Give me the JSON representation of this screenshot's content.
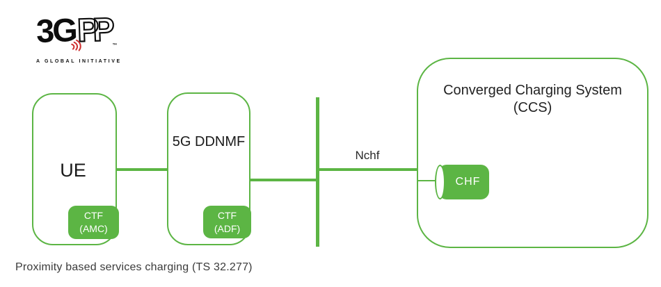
{
  "logo": {
    "part1": "3G",
    "part2": "PP",
    "trademark": "™",
    "tagline": "A GLOBAL INITIATIVE"
  },
  "nodes": {
    "ue": {
      "label": "UE"
    },
    "ue_ctf": {
      "line1": "CTF",
      "line2": "(AMC)"
    },
    "ddnmf": {
      "label": "5G DDNMF"
    },
    "ddnmf_ctf": {
      "line1": "CTF",
      "line2": "(ADF)"
    },
    "ccs": {
      "line1": "Converged Charging System",
      "line2": "(CCS)"
    },
    "chf": {
      "label": "CHF"
    }
  },
  "interfaces": {
    "nchf": {
      "label": "Nchf"
    }
  },
  "caption": "Proximity based services charging (TS 32.277)",
  "colors": {
    "green": "#5cb544",
    "logo_red": "#cf2e2e",
    "node_text": "#1a1a1a",
    "caption_text": "#3b3b3b",
    "badge_text": "#ffffff"
  }
}
